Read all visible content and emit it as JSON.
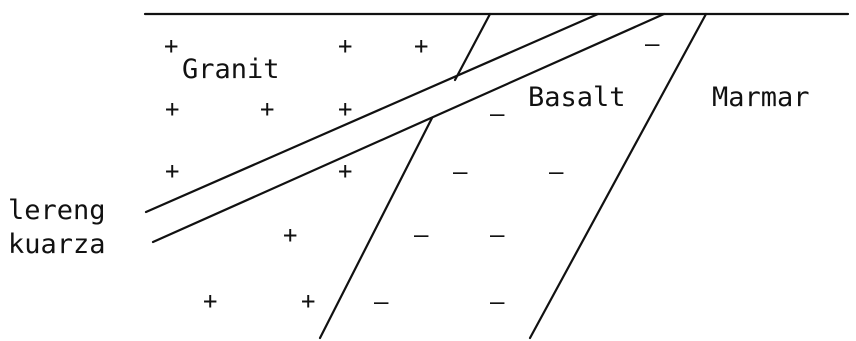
{
  "labels": {
    "granit": "Granit",
    "basalt": "Basalt",
    "marmar": "Marmar",
    "lereng": "lereng",
    "kuarza": "kuarza"
  },
  "symbols": {
    "plus": "+",
    "minus": "–"
  },
  "colors": {
    "ink": "#111111",
    "background": "#ffffff"
  }
}
